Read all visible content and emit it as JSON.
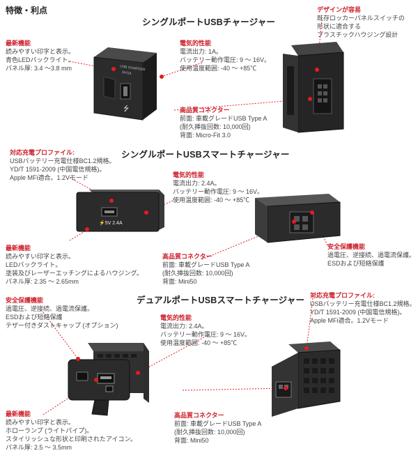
{
  "header": "特徴・利点",
  "sections": [
    {
      "title": "シングルポートUSBチャージャー",
      "blocks": [
        {
          "heading": "最新機能",
          "lines": [
            "読みやすい印字と表示。",
            "青色LEDバックライト。",
            "パネル厚: 3.4 〜3.8 mm"
          ]
        },
        {
          "heading": "電気的性能",
          "lines": [
            "電流出力: 1A。",
            "バッテリー動作電圧: 9 〜 16V。",
            "使用温度範囲: -40 〜 +85℃"
          ]
        },
        {
          "heading": "デザインが容易",
          "lines": [
            "既存ロッカーパネルスイッチの",
            "形状に適合する",
            "プラスチックハウジング設計"
          ]
        },
        {
          "heading": "高品質コネクター",
          "lines": [
            "前面: 車載グレードUSB Type A",
            "(耐久挿抜回数: 10,000回)",
            "背面: Micro-Fit 3.0"
          ]
        }
      ]
    },
    {
      "title": "シングルポートUSBスマートチャージャー",
      "blocks": [
        {
          "heading": "対応充電プロファイル:",
          "lines": [
            "USBバッテリー充電仕様BC1.2規格。",
            "YD/T 1591-2009 (中国電信規格)。",
            "Apple MFi適合。1.2Vモード"
          ]
        },
        {
          "heading": "電気的性能",
          "lines": [
            "電流出力: 2.4A。",
            "バッテリー動作電圧: 9 〜 16V。",
            "使用温度範囲: -40 〜 +85℃"
          ]
        },
        {
          "heading": "最新機能",
          "lines": [
            "読みやすい印字と表示。",
            "LEDバックライト。",
            "塗装及びレーザーエッチングによるハウジング。",
            "パネル厚: 2.35 〜 2.65mm"
          ]
        },
        {
          "heading": "高品質コネクター",
          "lines": [
            "前面: 車載グレードUSB Type A",
            "(耐久挿抜回数: 10,000回)",
            "背面: Mini50"
          ]
        },
        {
          "heading": "安全保護機能",
          "lines": [
            "過電圧、逆接続、過電流保護。",
            "ESDおよび短絡保護"
          ]
        }
      ]
    },
    {
      "title": "デュアルポートUSBスマートチャージャー",
      "blocks": [
        {
          "heading": "安全保護機能",
          "lines": [
            "過電圧、逆接続、過電流保護。",
            "ESDおよび短絡保護",
            "テザー付きダストキャップ (オプション)"
          ]
        },
        {
          "heading": "電気的性能",
          "lines": [
            "電流出力: 2.4A。",
            "バッテリー動作電圧: 9 〜 16V。",
            "使用温度範囲: -40 〜 +85℃"
          ]
        },
        {
          "heading": "対応充電プロファイル:",
          "lines": [
            "USBバッテリー充電仕様BC1.2規格。",
            "YD/T 1591-2009 (中国電信規格)。",
            "Apple MFi適合。1.2Vモード"
          ]
        },
        {
          "heading": "最新機能",
          "lines": [
            "読みやすい印字と表示。",
            "ホローランプ (ライトパイプ)。",
            "スタイリッシュな形状と印刷されたアイコン。",
            "パネル厚: 2.5 〜 3.5mm"
          ]
        },
        {
          "heading": "高品質コネクター",
          "lines": [
            "前面: 車載グレードUSB Type A",
            "(耐久挿抜回数: 10,000回)",
            "背面: Mini50"
          ]
        }
      ]
    }
  ],
  "product_labels": {
    "p1_label": "USB CHARGER",
    "p1_sub": "5V/1A",
    "p2_label": "⚡5V 2.4A"
  },
  "colors": {
    "accent": "#cc1f2a",
    "dot": "#e31b23",
    "housing": "#2b2b2b"
  }
}
